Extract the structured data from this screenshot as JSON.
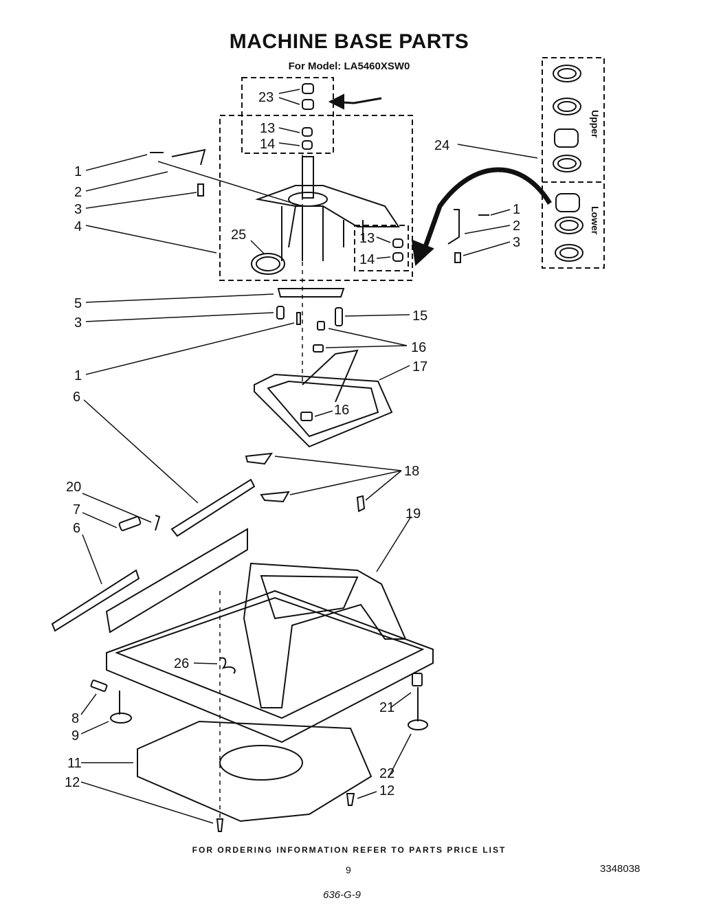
{
  "header": {
    "title": "MACHINE BASE PARTS",
    "model": "For Model: LA5460XSW0"
  },
  "bearing_panel": {
    "upper_label": "Upper",
    "lower_label": "Lower"
  },
  "callouts": {
    "c23": "23",
    "c13a": "13",
    "c14a": "14",
    "c1a": "1",
    "c2a": "2",
    "c3a": "3",
    "c4": "4",
    "c25": "25",
    "c5": "5",
    "c3b": "3",
    "c1b": "1",
    "c24": "24",
    "c1c": "1",
    "c2b": "2",
    "c3c": "3",
    "c13b": "13",
    "c14b": "14",
    "c15": "15",
    "c16a": "16",
    "c17": "17",
    "c16b": "16",
    "c6a": "6",
    "c18": "18",
    "c20": "20",
    "c7": "7",
    "c6b": "6",
    "c19": "19",
    "c26": "26",
    "c8": "8",
    "c9": "9",
    "c21": "21",
    "c11": "11",
    "c22": "22",
    "c12a": "12",
    "c12b": "12"
  },
  "footer": {
    "ordering_note": "FOR ORDERING INFORMATION REFER TO PARTS PRICE LIST",
    "page_number": "9",
    "document_number": "3348038",
    "handwritten_note": "636-G-9"
  }
}
